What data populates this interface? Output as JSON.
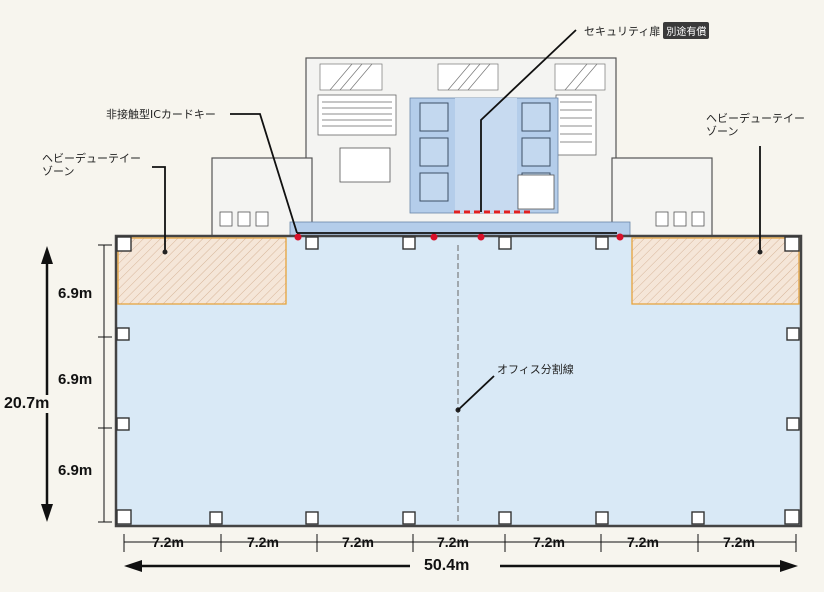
{
  "labels": {
    "security_door": "セキュリティ扉",
    "security_door_badge": "別途有償",
    "ic_card_key": "非接触型ICカードキー",
    "heavy_duty_zone_line1": "ヘビーデューテイー",
    "heavy_duty_zone_line2": "ゾーン",
    "office_division_line": "オフィス分割線"
  },
  "dimensions": {
    "depth_total": "20.7m",
    "depth_segments": [
      "6.9m",
      "6.9m",
      "6.9m"
    ],
    "width_total": "50.4m",
    "width_segments": [
      "7.2m",
      "7.2m",
      "7.2m",
      "7.2m",
      "7.2m",
      "7.2m",
      "7.2m"
    ]
  },
  "colors": {
    "office_floor": "#d9e9f6",
    "core_area": "#b4cdea",
    "heavy_duty_zone_border": "#e8a33a",
    "security_line": "#e02020",
    "card_key_dot": "#d8102a"
  }
}
